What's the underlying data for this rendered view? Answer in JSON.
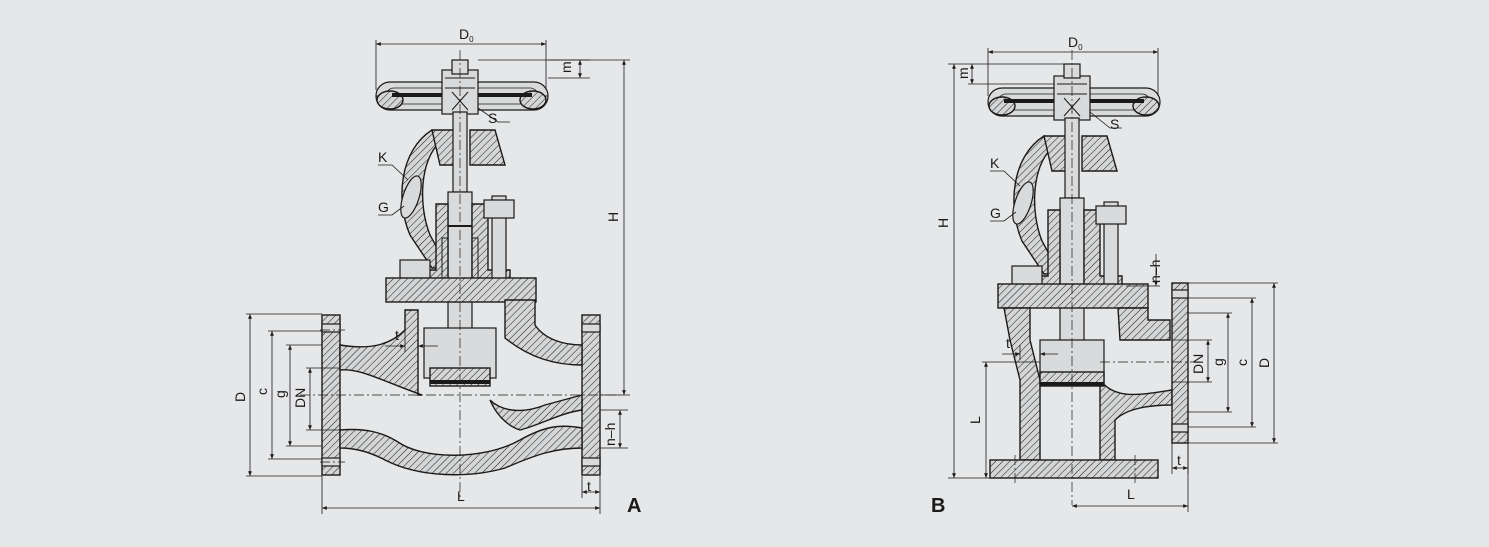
{
  "figure_a": {
    "letter": "A",
    "dims": {
      "d0": "D",
      "d0_sub": "0",
      "m": "m",
      "s": "S",
      "k": "K",
      "g_part": "G",
      "h": "H",
      "t_top": "t",
      "d": "D",
      "c": "c",
      "g": "g",
      "dn": "DN",
      "nh": "n–h",
      "t_bottom": "t",
      "l": "L"
    }
  },
  "figure_b": {
    "letter": "B",
    "dims": {
      "d0": "D",
      "d0_sub": "0",
      "m": "m",
      "s": "S",
      "k": "K",
      "g_part": "G",
      "h": "H",
      "nh": "n–h",
      "t_left": "t",
      "l_vertical": "L",
      "dn": "DN",
      "g": "g",
      "c": "c",
      "d": "D",
      "t_right": "t",
      "l_horizontal": "L"
    }
  }
}
